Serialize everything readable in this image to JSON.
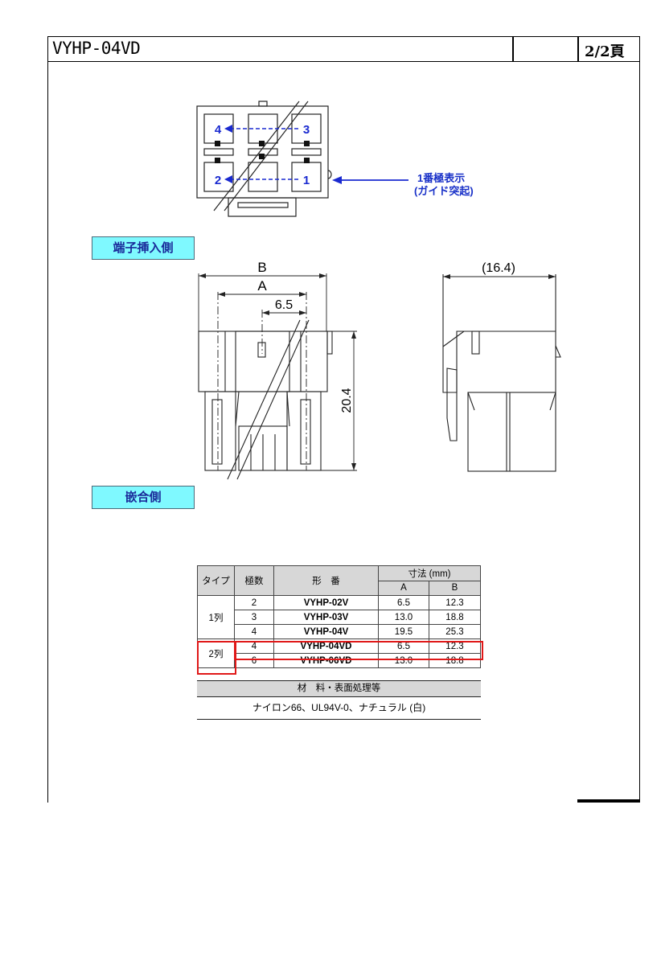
{
  "header": {
    "part_number": "VYHP-04VD",
    "page": "2/2頁"
  },
  "labels": {
    "terminal_side": "端子挿入側",
    "mating_side": "嵌合側",
    "pin1_line1": "1番極表示",
    "pin1_line2": "(ガイド突起)"
  },
  "pins": [
    "4",
    "3",
    "2",
    "1"
  ],
  "dims": {
    "B": "B",
    "A": "A",
    "pitch": "6.5",
    "depth": "(16.4)",
    "height": "20.4"
  },
  "table": {
    "headers": {
      "type": "タイプ",
      "poles": "極数",
      "model": "形　番",
      "dims": "寸法 (mm)",
      "a": "A",
      "b": "B"
    },
    "rows": [
      {
        "type": "1列",
        "poles": "2",
        "model": "VYHP-02V",
        "a": "6.5",
        "b": "12.3"
      },
      {
        "type": "",
        "poles": "3",
        "model": "VYHP-03V",
        "a": "13.0",
        "b": "18.8"
      },
      {
        "type": "",
        "poles": "4",
        "model": "VYHP-04V",
        "a": "19.5",
        "b": "25.3"
      },
      {
        "type": "2列",
        "poles": "4",
        "model": "VYHP-04VD",
        "a": "6.5",
        "b": "12.3"
      },
      {
        "type": "",
        "poles": "6",
        "model": "VYHP-06VD",
        "a": "13.0",
        "b": "18.8"
      }
    ],
    "highlight_color": "#e01818"
  },
  "material": {
    "heading": "材　料・表面処理等",
    "value": "ナイロン66、UL94V-0、ナチュラル (白)"
  }
}
